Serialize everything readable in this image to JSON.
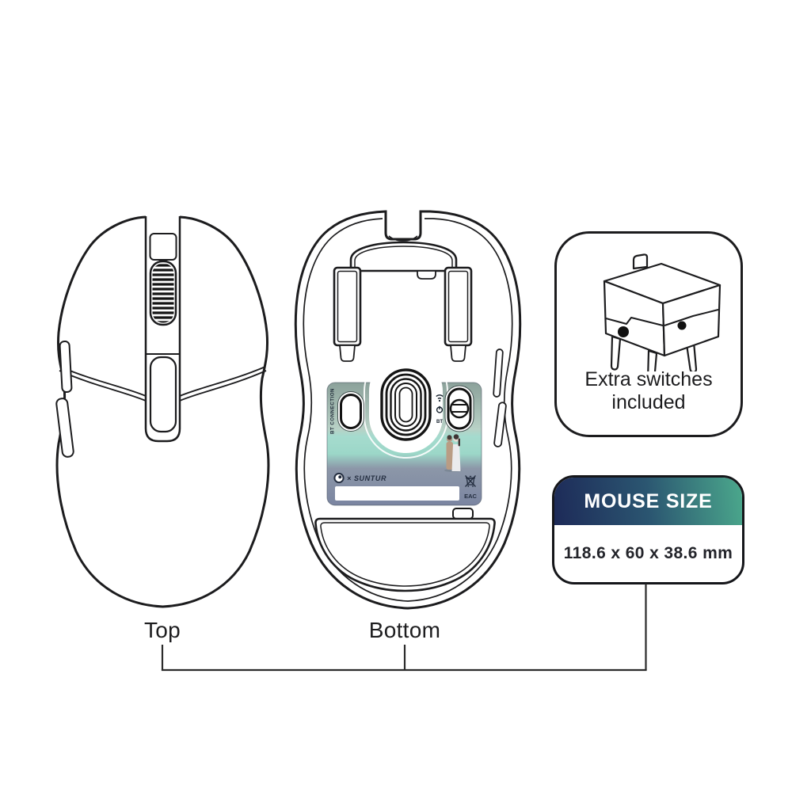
{
  "labels": {
    "top_view": "Top",
    "bottom_view": "Bottom"
  },
  "switches_box": {
    "caption_line1": "Extra switches",
    "caption_line2": "included"
  },
  "size_badge": {
    "title": "MOUSE SIZE",
    "dimensions": "118.6 x 60 x 38.6 mm"
  },
  "sticker": {
    "bt_connection_label": "BT CONNECTION",
    "switch_mode_bt_label": "BT",
    "brand_label": "× SUNTUR",
    "eac_label": "EAC"
  },
  "icons": {
    "wifi-icon": "wireless arcs glyph",
    "power-icon": "power circle-and-line glyph",
    "weee-bin-icon": "crossed-out wheelie bin mark",
    "brand-logo-icon": "circle swirl logo mark",
    "scroll-wheel": "hatched scroll wheel",
    "microswitch-illustration": "3-pin micro switch line drawing"
  },
  "colors": {
    "background": "#ffffff",
    "line": "#1c1c1e",
    "text": "#1d1d1f",
    "badge_gradient": [
      "#1d2a58",
      "#2b5671",
      "#4ba88c"
    ],
    "sticker_gradient": [
      "#8ba19a",
      "#b8d1c6",
      "#a5dbce",
      "#9cd7c8",
      "#8c97a8",
      "#7b85a1"
    ]
  }
}
